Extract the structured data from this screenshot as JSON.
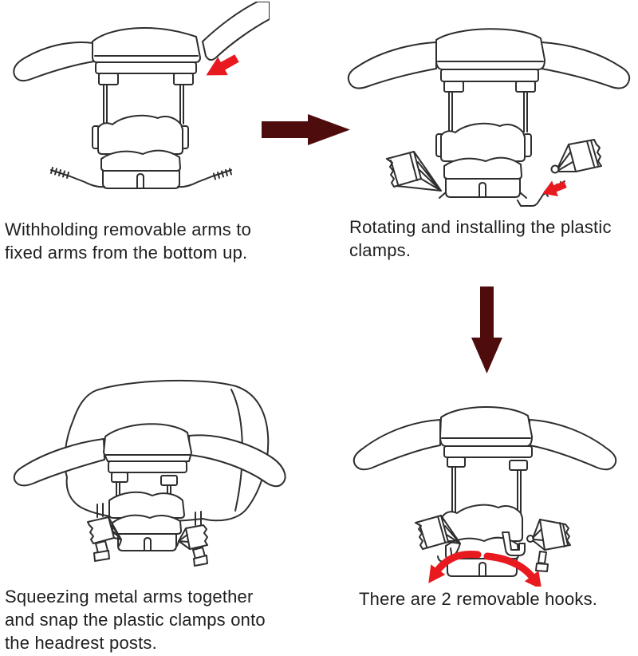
{
  "colors": {
    "background": "#ffffff",
    "line": "#2e2e2e",
    "text": "#1f1f1f",
    "bright_red": "#e8191f",
    "dark_red": "#4e0c0d"
  },
  "steps": [
    {
      "alt": "Hanger bar with left arm fixed and right removable arm inserted from above; red arrow points to the socket; bottom metal arms have threaded tips",
      "caption_lines": [
        "Withholding removable arms to",
        "fixed arms from the bottom up."
      ]
    },
    {
      "alt": "Assembled hanger with both arms; left plastic clamp installed, right plastic clamp being rotated onto the threaded metal arm with a red arrow",
      "caption_lines": [
        "Rotating and installing the plastic",
        "clamps."
      ]
    },
    {
      "alt": "Hanger mounted on a car headrest with plastic clamps snapped onto the headrest posts",
      "caption_lines": [
        "Squeezing metal arms together",
        "and snap the plastic clamps onto",
        "the headrest posts."
      ]
    },
    {
      "alt": "Hanger with two removable hooks at the bottom and red curved arrows pointing outward",
      "caption_lines": [
        "There are 2 removable hooks."
      ]
    }
  ],
  "connectors": [
    {
      "name": "arrow-right",
      "description": "dark red arrow from step 1 to step 2"
    },
    {
      "name": "arrow-down",
      "description": "dark red arrow from step 2 to step 4"
    }
  ]
}
